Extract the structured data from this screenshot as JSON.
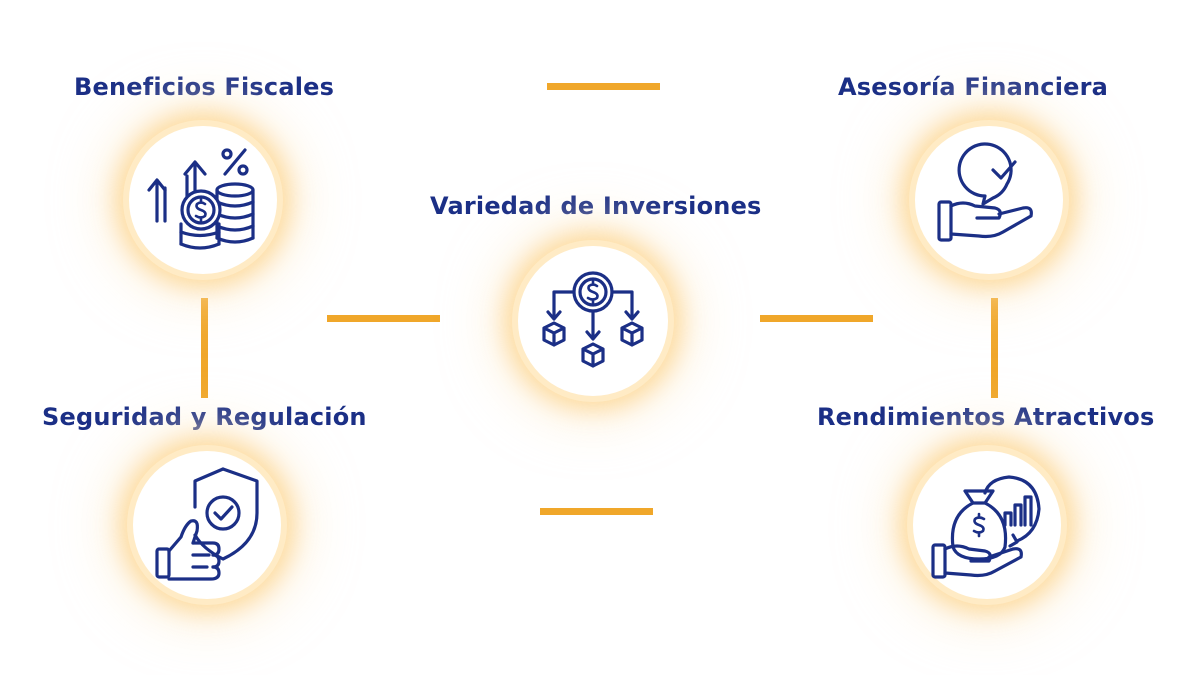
{
  "colors": {
    "text": "#1b2f86",
    "icon": "#1b2f86",
    "connector": "#f0a72a",
    "glow": "#fcd48c"
  },
  "nodes": {
    "beneficios": {
      "title": "Beneficios Fiscales",
      "icon": "coins-growth-percent-icon"
    },
    "asesoria": {
      "title": "Asesoría Financiera",
      "icon": "hand-check-icon"
    },
    "variedad": {
      "title": "Variedad de Inversiones",
      "icon": "dollar-distribution-icon"
    },
    "seguridad": {
      "title": "Seguridad y Regulación",
      "icon": "thumbs-up-shield-icon"
    },
    "rendimientos": {
      "title": "Rendimientos Atractivos",
      "icon": "money-bag-returns-icon"
    }
  }
}
